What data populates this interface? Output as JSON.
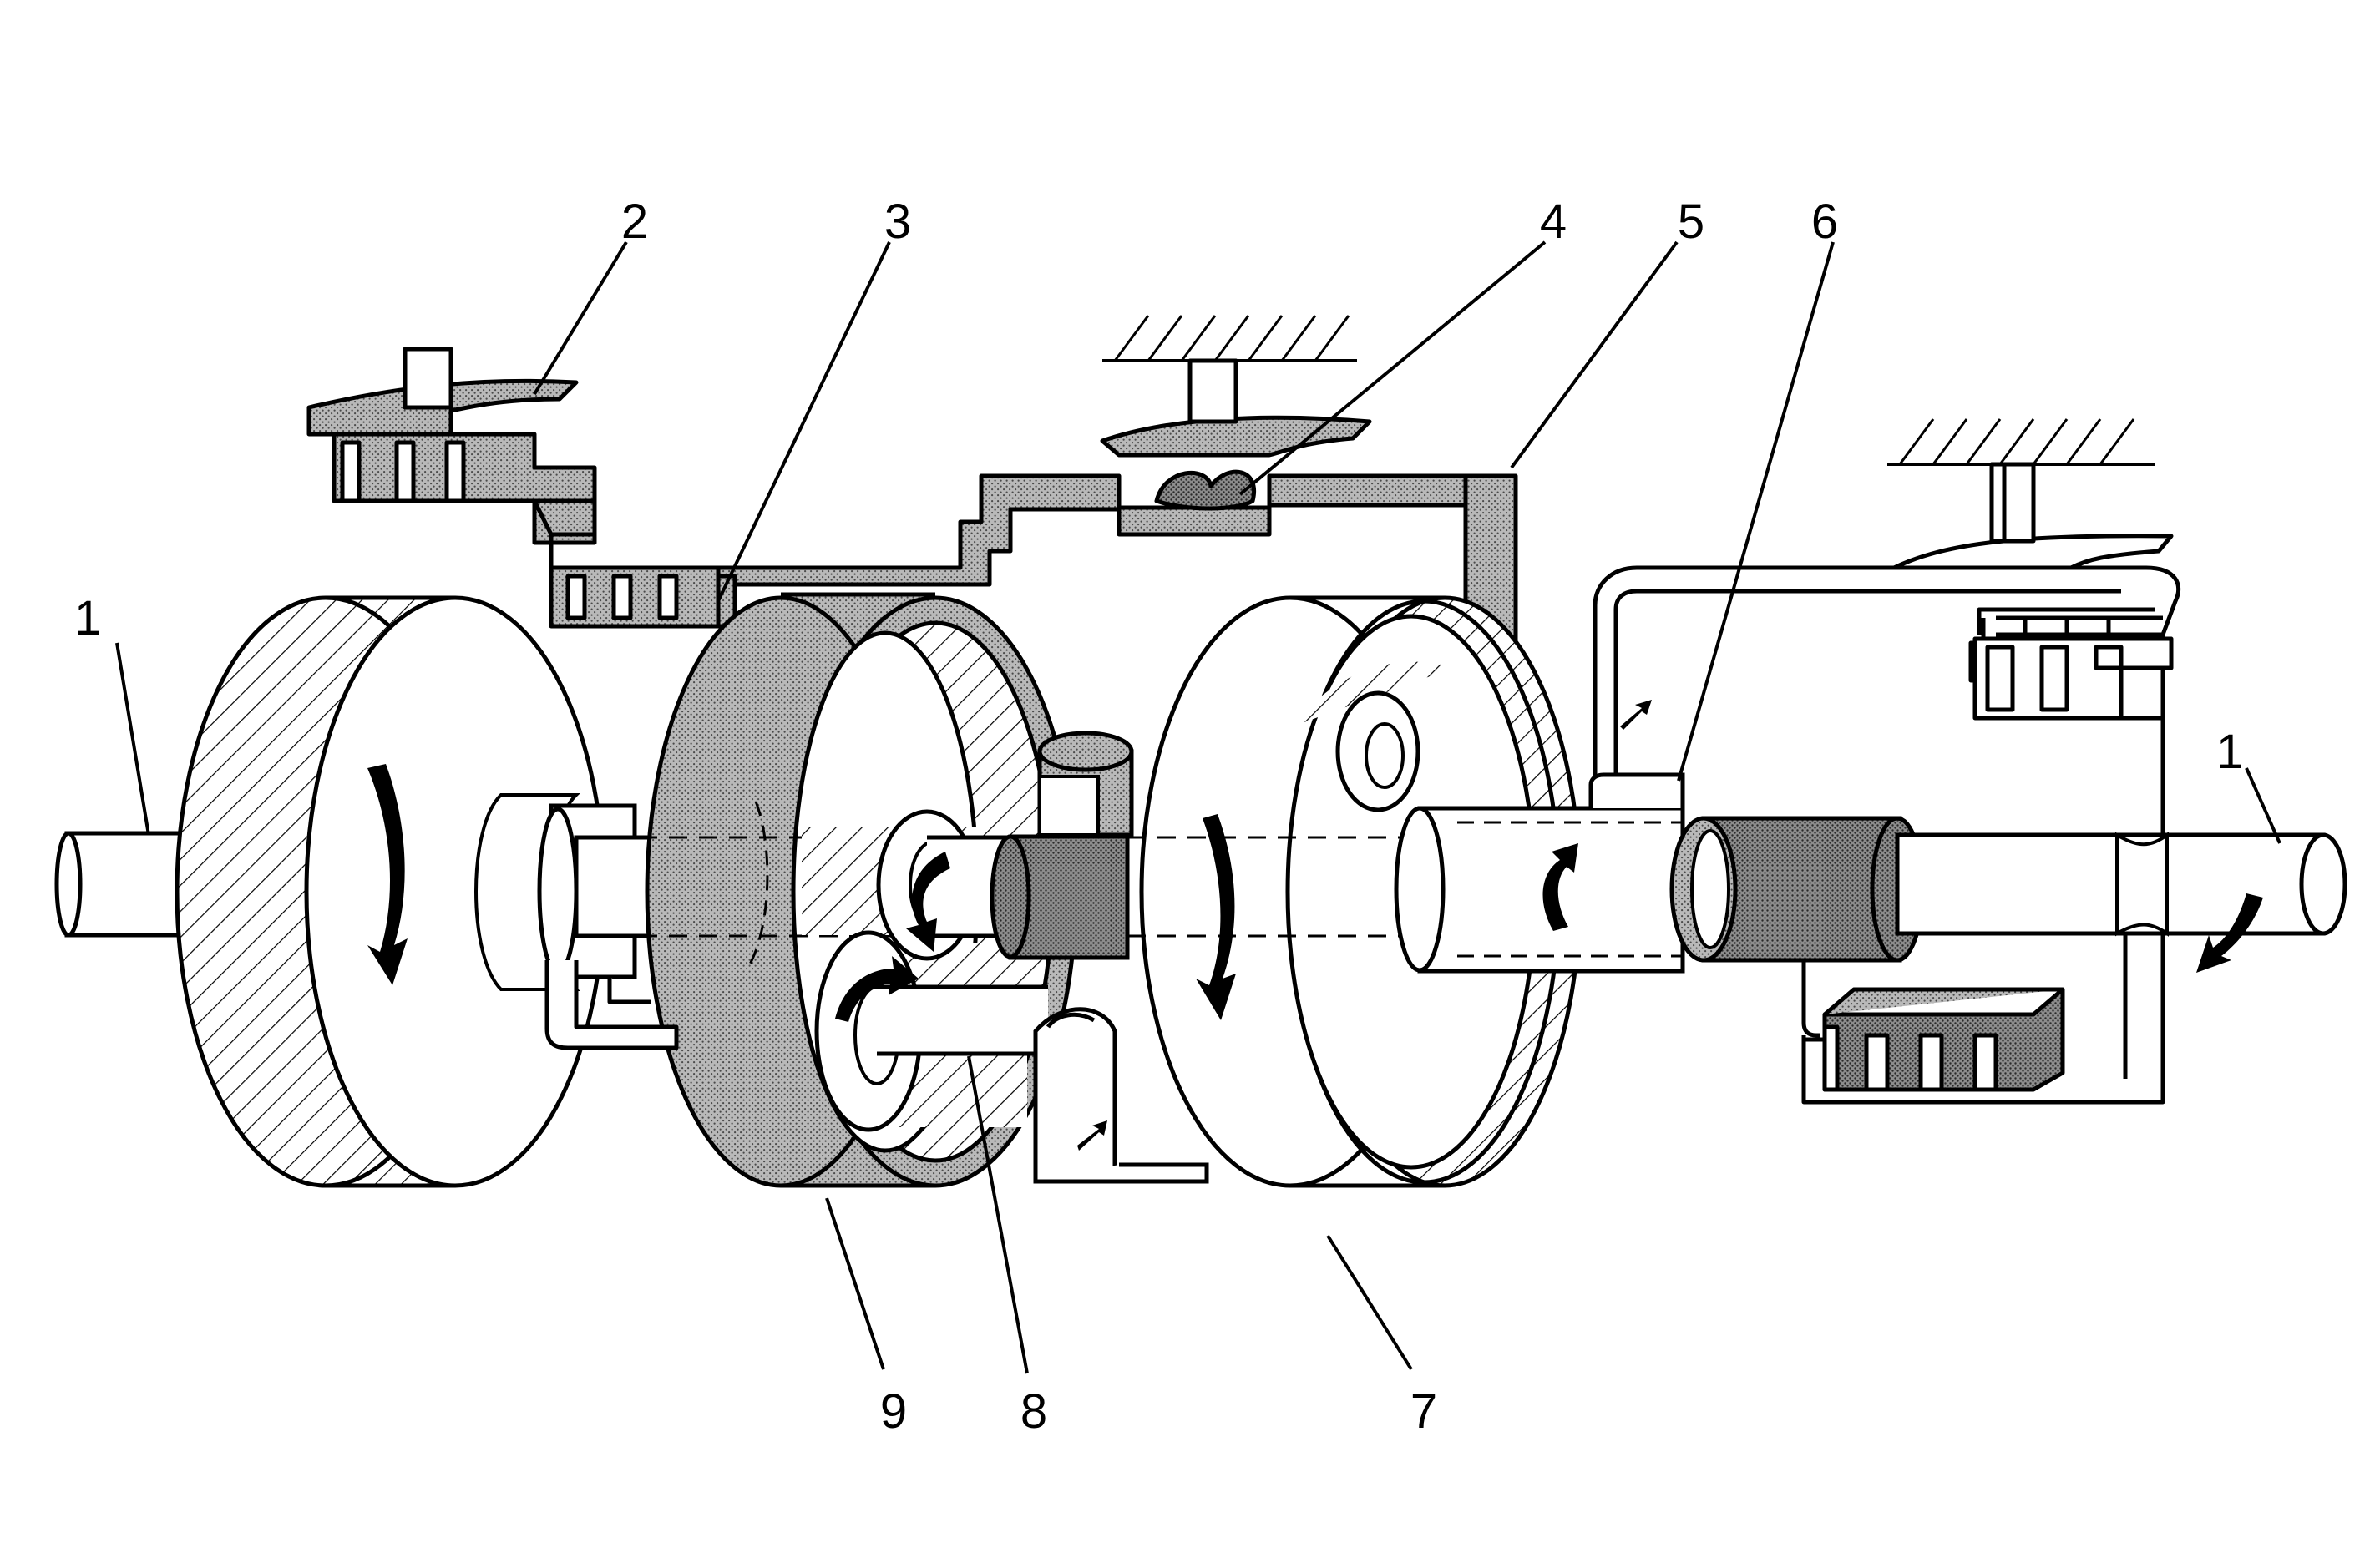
{
  "figure": {
    "colors": {
      "ink": "#000000",
      "paper": "#ffffff",
      "stipple": "#a9a9a9",
      "stipple_dark": "#6f6f6f"
    },
    "callouts": {
      "c1_left": "1",
      "c1_right": "1",
      "c2": "2",
      "c3": "3",
      "c4": "4",
      "c5": "5",
      "c6": "6",
      "c7": "7",
      "c8": "8",
      "c9": "9"
    }
  }
}
